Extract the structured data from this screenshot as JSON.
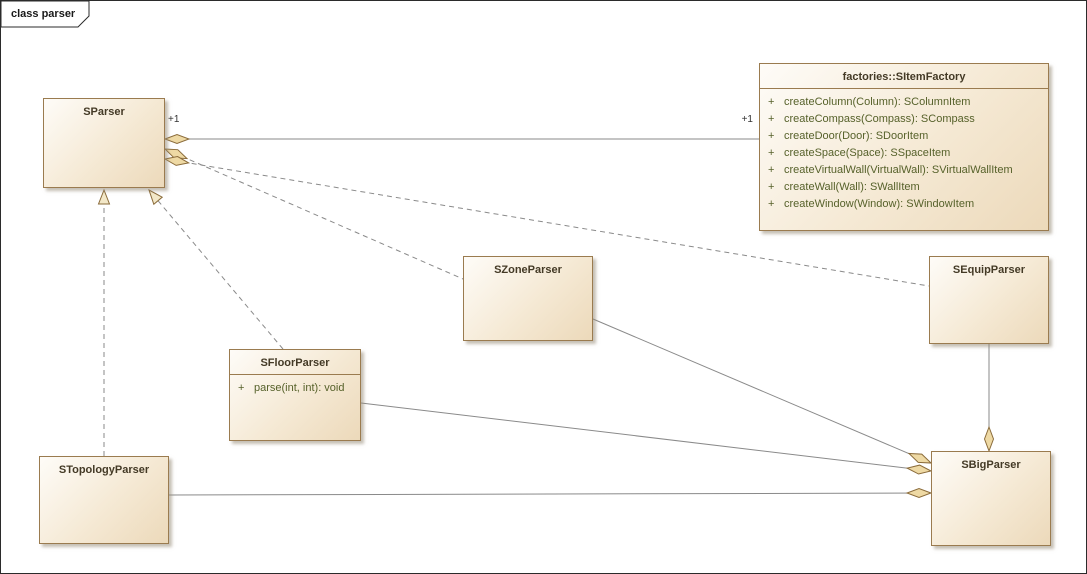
{
  "frame": {
    "label": "class parser"
  },
  "colors": {
    "class_fill": "#f5e9d4",
    "class_border": "#9a7b4f",
    "method_text": "#56612a",
    "connector": "#8a8a8a",
    "diamond_fill": "#eed9a4",
    "triangle_fill": "#f3e8c8"
  },
  "classes": {
    "sparser": {
      "name": "SParser"
    },
    "sitemfactory": {
      "name": "factories::SItemFactory",
      "methods": [
        {
          "vis": "+",
          "sig": "createColumn(Column): SColumnItem"
        },
        {
          "vis": "+",
          "sig": "createCompass(Compass): SCompass"
        },
        {
          "vis": "+",
          "sig": "createDoor(Door): SDoorItem"
        },
        {
          "vis": "+",
          "sig": "createSpace(Space): SSpaceItem"
        },
        {
          "vis": "+",
          "sig": "createVirtualWall(VirtualWall): SVirtualWallItem"
        },
        {
          "vis": "+",
          "sig": "createWall(Wall): SWallItem"
        },
        {
          "vis": "+",
          "sig": "createWindow(Window): SWindowItem"
        }
      ]
    },
    "szoneparser": {
      "name": "SZoneParser"
    },
    "sequipparser": {
      "name": "SEquipParser"
    },
    "sfloorparser": {
      "name": "SFloorParser",
      "methods": [
        {
          "vis": "+",
          "sig": "parse(int, int): void"
        }
      ]
    },
    "stopologyparser": {
      "name": "STopologyParser"
    },
    "sbigparser": {
      "name": "SBigParser"
    }
  },
  "multiplicities": {
    "sparser_end": "+1",
    "factory_end": "+1"
  }
}
